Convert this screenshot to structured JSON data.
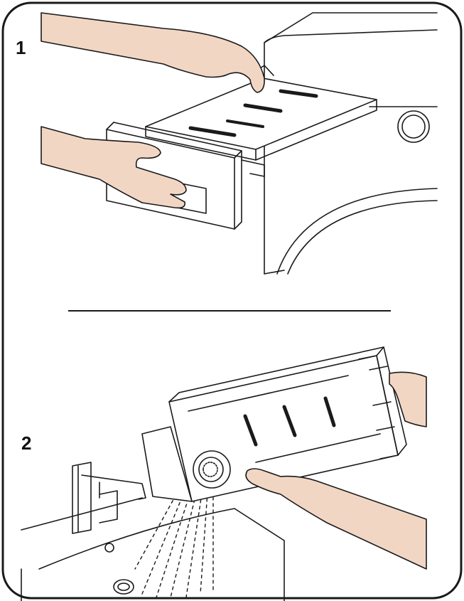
{
  "steps": [
    {
      "number": "1",
      "illustration": "pull-out-detergent-drawer"
    },
    {
      "number": "2",
      "illustration": "rinse-drawer-under-tap"
    }
  ],
  "colors": {
    "line": "#1a1a1a",
    "skin": "#f2d6c4",
    "paper": "#ffffff"
  }
}
